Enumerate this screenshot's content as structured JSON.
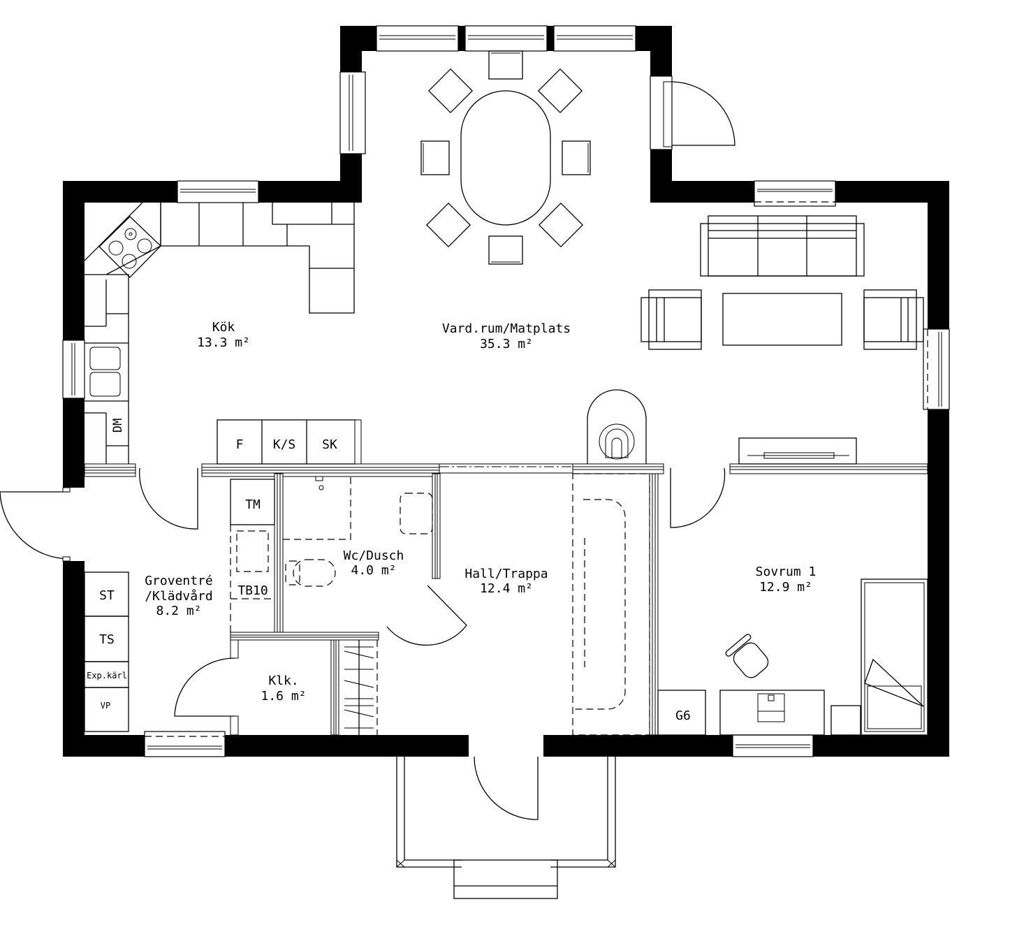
{
  "rooms": {
    "kok": {
      "name": "Kök",
      "area": "13.3 m²"
    },
    "vardrum": {
      "name": "Vard.rum/Matplats",
      "area": "35.3 m²"
    },
    "wc": {
      "name": "Wc/Dusch",
      "area": "4.0 m²"
    },
    "hall": {
      "name": "Hall/Trappa",
      "area": "12.4 m²"
    },
    "sovrum": {
      "name": "Sovrum 1",
      "area": "12.9 m²"
    },
    "groventre": {
      "name_line1": "Groventré",
      "name_line2": "/Klädvård",
      "area": "8.2 m²"
    },
    "klk": {
      "name": "Klk.",
      "area": "1.6 m²"
    }
  },
  "fixtures": {
    "fridge": "F",
    "fridge_freezer": "K/S",
    "cabinet": "SK",
    "dishwasher": "DM",
    "dryer": "TM",
    "drying_cabinet": "TB10",
    "cabinet_st": "ST",
    "cabinet_ts": "TS",
    "expansion_tank": "Exp.kärl",
    "heat_pump": "VP",
    "wardrobe": "G6"
  },
  "colors": {
    "wall": "#000000",
    "background": "#ffffff",
    "line": "#000000"
  }
}
